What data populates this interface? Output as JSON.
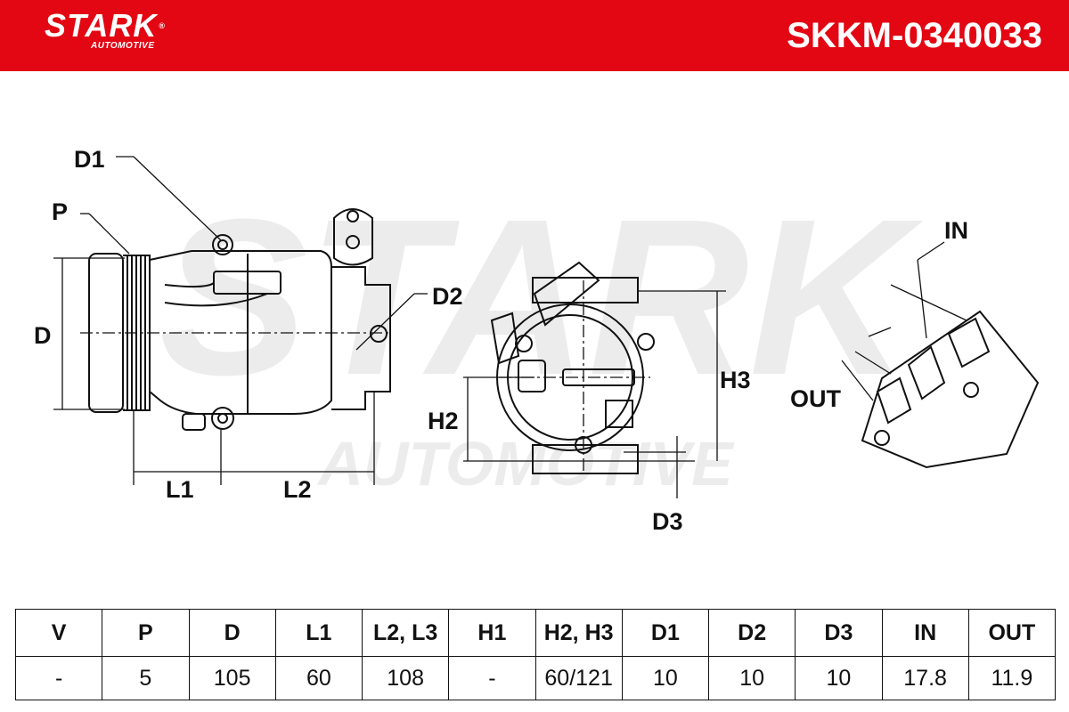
{
  "header": {
    "brand": "STARK",
    "brand_sub": "AUTOMOTIVE",
    "registered_mark": "®",
    "part_number": "SKKM-0340033",
    "background_color": "#e30613",
    "text_color": "#ffffff"
  },
  "drawing": {
    "watermark_main": "STARK",
    "watermark_sub": "AUTOMOTIVE",
    "labels": {
      "d1": "D1",
      "p": "P",
      "d": "D",
      "d2": "D2",
      "l1": "L1",
      "l2": "L2",
      "h2": "H2",
      "h3": "H3",
      "d3": "D3",
      "in": "IN",
      "out": "OUT"
    }
  },
  "spec_table": {
    "headers": [
      "V",
      "P",
      "D",
      "L1",
      "L2, L3",
      "H1",
      "H2, H3",
      "D1",
      "D2",
      "D3",
      "IN",
      "OUT"
    ],
    "values": [
      "-",
      "5",
      "105",
      "60",
      "108",
      "-",
      "60/121",
      "10",
      "10",
      "10",
      "17.8",
      "11.9"
    ]
  }
}
